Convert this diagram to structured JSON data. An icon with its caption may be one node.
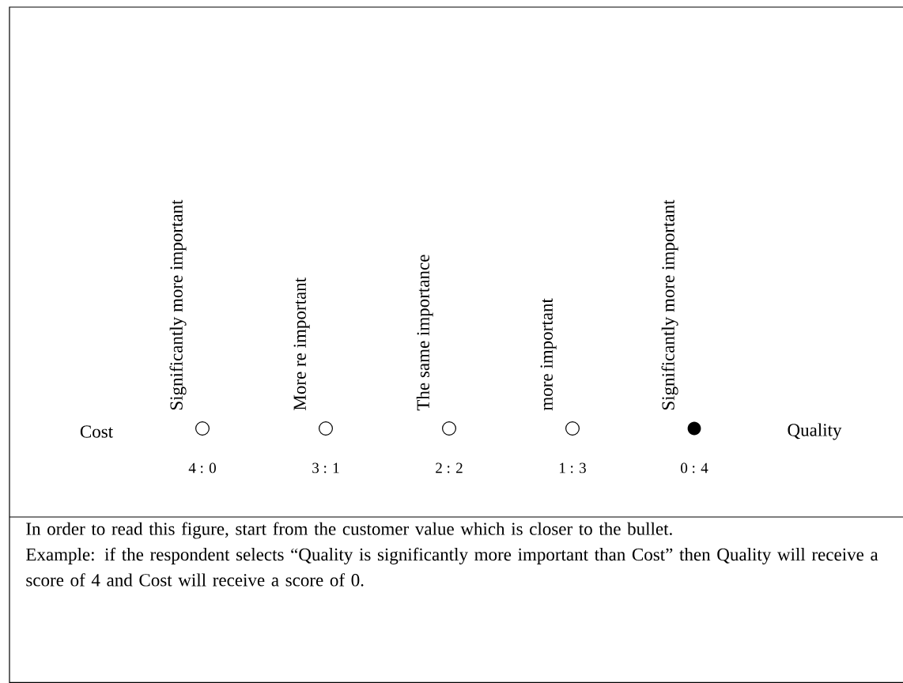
{
  "diagram": {
    "labels": [
      "Significantly more important",
      "More re important",
      "The same importance",
      "more important",
      "Significantly more important",
      "Cost",
      "Quality",
      "4 : 0",
      "3 : 1",
      "2 : 2",
      "1 : 3",
      "0 : 4",
      "In order to read this figure, start from the customer value which is closer to the bullet.",
      "Example: if the respondent selects “Quality is significantly more important than Cost” then Quality will receive a score of 4 and Cost will receive a score of 0."
    ]
  }
}
